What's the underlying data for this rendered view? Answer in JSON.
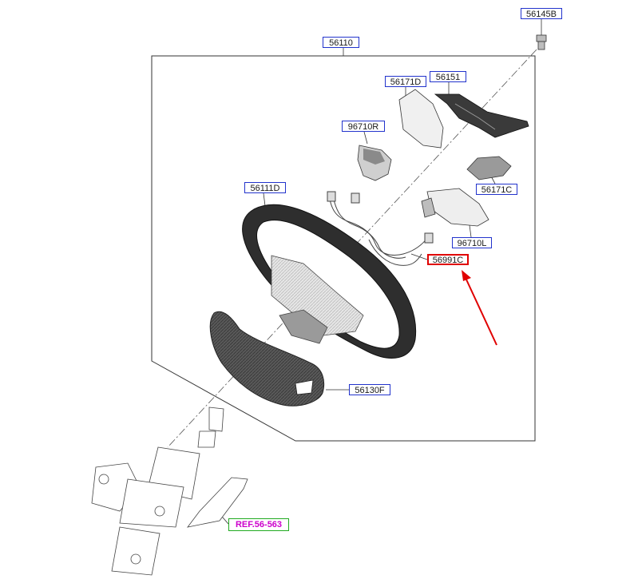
{
  "diagram": {
    "parts": [
      {
        "code": "56145B"
      },
      {
        "code": "56110"
      },
      {
        "code": "56171D"
      },
      {
        "code": "56151"
      },
      {
        "code": "96710R"
      },
      {
        "code": "56111D"
      },
      {
        "code": "56171C"
      },
      {
        "code": "96710L"
      },
      {
        "code": "56991C"
      },
      {
        "code": "56130F"
      }
    ],
    "reference": "REF.56-563",
    "colors": {
      "label_border": "#2233cc",
      "highlight_border": "#e00000",
      "highlight_arrow": "#e00000",
      "reference_text": "#cc00cc",
      "reference_border": "#22aa22"
    }
  }
}
